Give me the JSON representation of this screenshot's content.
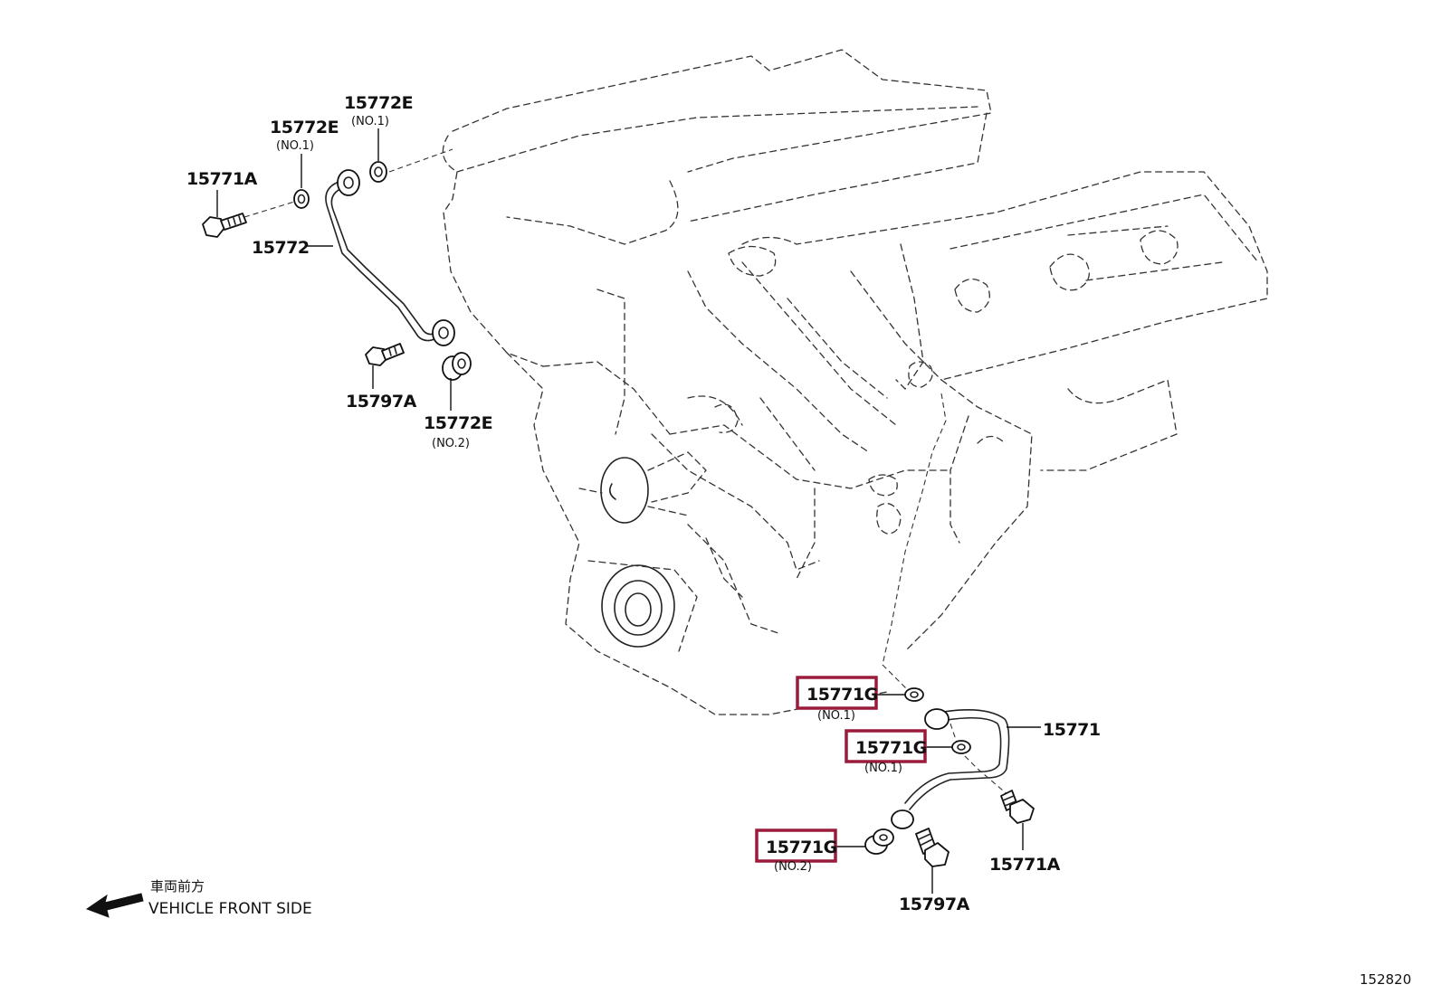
{
  "labels": {
    "p15772e_top_a": "15772E",
    "p15772e_top_a_sub": "(NO.1)",
    "p15772e_top_b": "15772E",
    "p15772e_top_b_sub": "(NO.1)",
    "p15771a_top": "15771A",
    "p15772": "15772",
    "p15797a_top": "15797A",
    "p15772e_no2": "15772E",
    "p15772e_no2_sub": "(NO.2)",
    "p15771g_1": "15771G",
    "p15771g_1_sub": "(NO.1)",
    "p15771": "15771",
    "p15771g_2": "15771G",
    "p15771g_2_sub": "(NO.1)",
    "p15771a_bottom": "15771A",
    "p15771g_3": "15771G",
    "p15771g_3_sub": "(NO.2)",
    "p15797a_bottom": "15797A"
  },
  "direction": {
    "jp": "車両前方",
    "en": "VEHICLE FRONT SIDE"
  },
  "figure_number": "152820",
  "colors": {
    "highlight": "#9b1b3b",
    "line": "#222222"
  }
}
